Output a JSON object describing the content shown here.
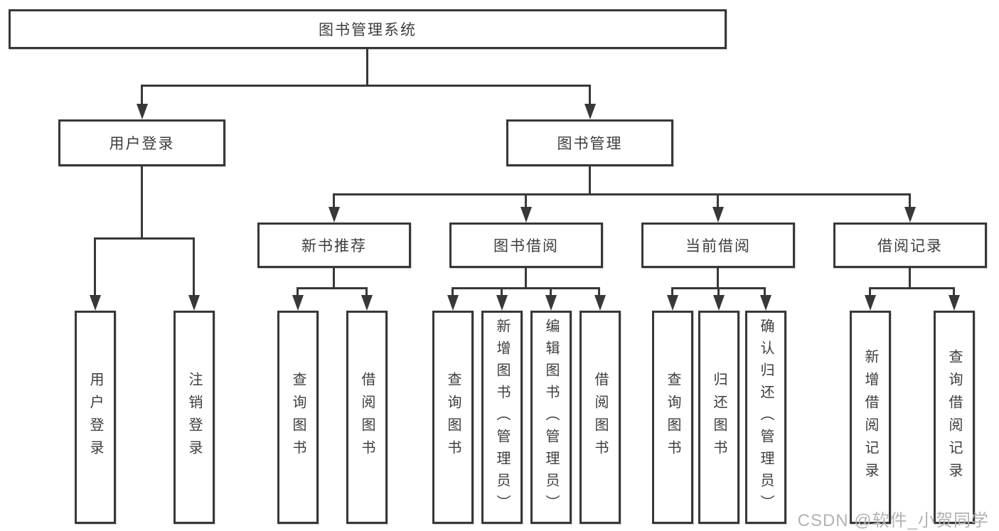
{
  "tree": {
    "root": "图书管理系统",
    "children": [
      {
        "label": "用户登录",
        "children": [
          "用户登录",
          "注销登录"
        ]
      },
      {
        "label": "图书管理",
        "children": [
          {
            "label": "新书推荐",
            "children": [
              "查询图书",
              "借阅图书"
            ]
          },
          {
            "label": "图书借阅",
            "children": [
              "查询图书",
              "新增图书（管理员）",
              "编辑图书（管理员）",
              "借阅图书"
            ]
          },
          {
            "label": "当前借阅",
            "children": [
              "查询图书",
              "归还图书",
              "确认归还（管理员）"
            ]
          },
          {
            "label": "借阅记录",
            "children": [
              "新增借阅记录",
              "查询借阅记录"
            ]
          }
        ]
      }
    ]
  },
  "watermark": "CSDN @软件_小贺同学",
  "colors": {
    "line": "#383838",
    "text": "#3d3d3d",
    "background": "#ffffff",
    "watermark": "#b3b3b3"
  }
}
